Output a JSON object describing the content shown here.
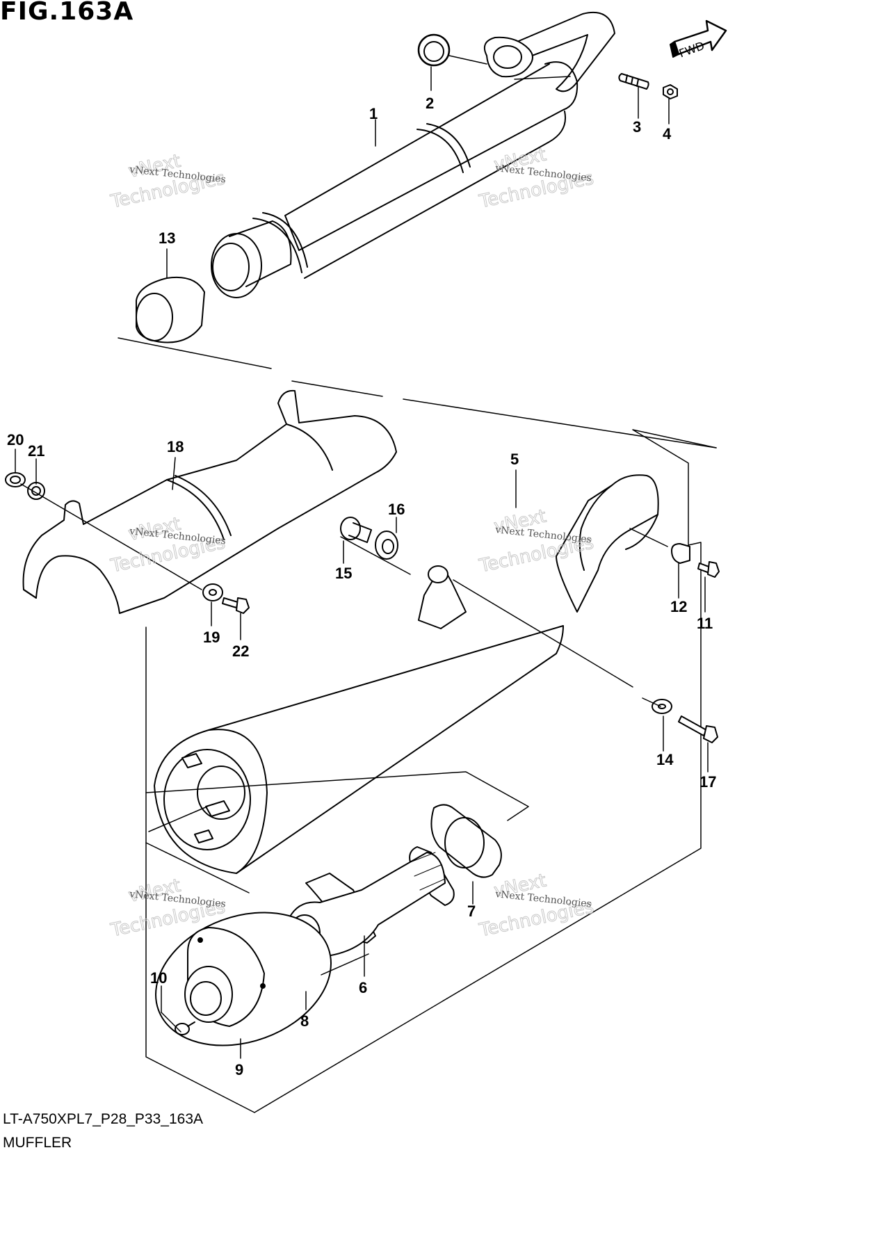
{
  "figure": {
    "title": "FIG.163A",
    "code": "LT-A750XPL7_P28_P33_163A",
    "name": "MUFFLER",
    "direction_label": "FWD"
  },
  "watermark": {
    "small_text": "vNext Technologies",
    "big_line1": "vNext",
    "big_line2": "Technologies"
  },
  "callouts": [
    "1",
    "2",
    "3",
    "4",
    "5",
    "6",
    "7",
    "8",
    "9",
    "10",
    "11",
    "12",
    "13",
    "14",
    "15",
    "16",
    "17",
    "18",
    "19",
    "20",
    "21",
    "22"
  ]
}
